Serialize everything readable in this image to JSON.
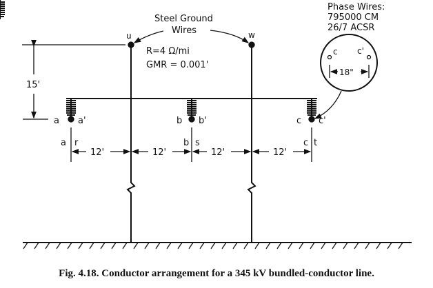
{
  "labels": {
    "ground_wires_title_1": "Steel Ground",
    "ground_wires_title_2": "Wires",
    "resistance": "R=4 Ω/mi",
    "gmr": "GMR = 0.001'",
    "u": "u",
    "w": "w",
    "height": "15'",
    "a": "a",
    "a_prime": "a'",
    "b": "b",
    "b_prime": "b'",
    "c": "c",
    "c_prime": "c'",
    "a2": "a",
    "r": "r",
    "b2": "b",
    "s": "s",
    "c2": "c",
    "t": "t",
    "spacing1": "12'",
    "spacing2": "12'",
    "spacing3": "12'",
    "spacing4": "12'",
    "phase_wires_1": "Phase Wires:",
    "phase_wires_2": "795000 CM",
    "phase_wires_3": "26/7  ACSR",
    "bundle_c": "c",
    "bundle_c_prime": "c'",
    "bundle_spacing": "18\""
  },
  "caption": "Fig. 4.18.  Conductor arrangement for a 345 kV bundled-conductor line."
}
